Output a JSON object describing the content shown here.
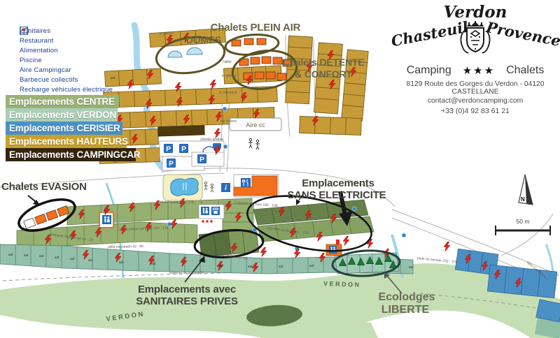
{
  "legend": {
    "items": [
      {
        "label": "Sanitaires",
        "icon": "wc-icon"
      },
      {
        "label": "Restaurant",
        "icon": "restaurant-icon"
      },
      {
        "label": "Alimentation",
        "icon": "shop-icon"
      },
      {
        "label": "Piscine",
        "icon": "pool-icon"
      },
      {
        "label": "Aire Campingcar",
        "icon": "campervan-icon"
      },
      {
        "label": "Barbecue collectifs",
        "icon": "barbecue-icon"
      },
      {
        "label": "Recharge véhicules électrique",
        "icon": "ev-charge-icon"
      }
    ],
    "zones": [
      {
        "label": "Emplacements  CENTRE",
        "color": "#9bb275"
      },
      {
        "label": "Emplacements VERDON",
        "color": "#abceb6"
      },
      {
        "label": "Emplacements CERISIER",
        "color": "#4b90c5"
      },
      {
        "label": "Emplacements HAUTEURS",
        "color": "#c99f29"
      },
      {
        "label": "Emplacements CAMPINGCAR",
        "color": "#32240e"
      }
    ]
  },
  "brand": {
    "name_left": "Chasteuil",
    "name_center": "Verdon",
    "name_right": "Provence",
    "category_left": "Camping",
    "stars": "★★★",
    "category_right": "Chalets",
    "address": "8129 Route des Gorges du Verdon - 04120 CASTELLANE",
    "email": "contact@verdoncamping.com",
    "phone": "+33 (0)4 92 83 61 21"
  },
  "map": {
    "labels": {
      "chalets_plein_air": "Chalets PLEIN AIR",
      "domes": "DOMES",
      "chalets_detente_1": "Chalets DETENTE",
      "chalets_detente_2": "& CONFORT",
      "chalets_evasion": "Chalets EVASION",
      "sans_electricite_1": "Emplacements",
      "sans_electricite_2": "SANS ELECTRICITE",
      "sanitaires_prives_1": "Emplacements avec",
      "sanitaires_prives_2": "SANITAIRES PRIVES",
      "ecolodges_1": "Ecolodges",
      "ecolodges_2": "LIBERTE",
      "aire_cc": "Aire cc",
      "river": "VERDON",
      "scale": "50 m",
      "north": "N",
      "plot_size": "xxl"
    },
    "streets": [
      "le grellon",
      "l'allée",
      "le défend",
      "le chevreuil",
      "les oliviers",
      "chemin andréa",
      "rue pichoune 161 - 178",
      "chemin des bios 182 - 198",
      "impasse souleou 141 - 160",
      "rue du vieux campeur 100 - 139",
      "allée pignatado 42 - 80",
      "allée du verdon 81 - 99",
      "impasse thignousse 14 - 29",
      "traverse de la plagette",
      "piste du cerisier 232 - 276",
      "Vers Castellane"
    ]
  },
  "colors": {
    "centre": "#95b071",
    "verdon_zone": "#92c0ab",
    "cerisier": "#4b90c5",
    "hauteurs": "#c79c38",
    "campingcar": "#4d3a0e",
    "chalet_orange": "#f26f1c",
    "bolt_red": "#e8281e",
    "river_band": "#c6deb4",
    "stream_blue": "#a8d8ef",
    "legend_text": "#1c3e96"
  }
}
